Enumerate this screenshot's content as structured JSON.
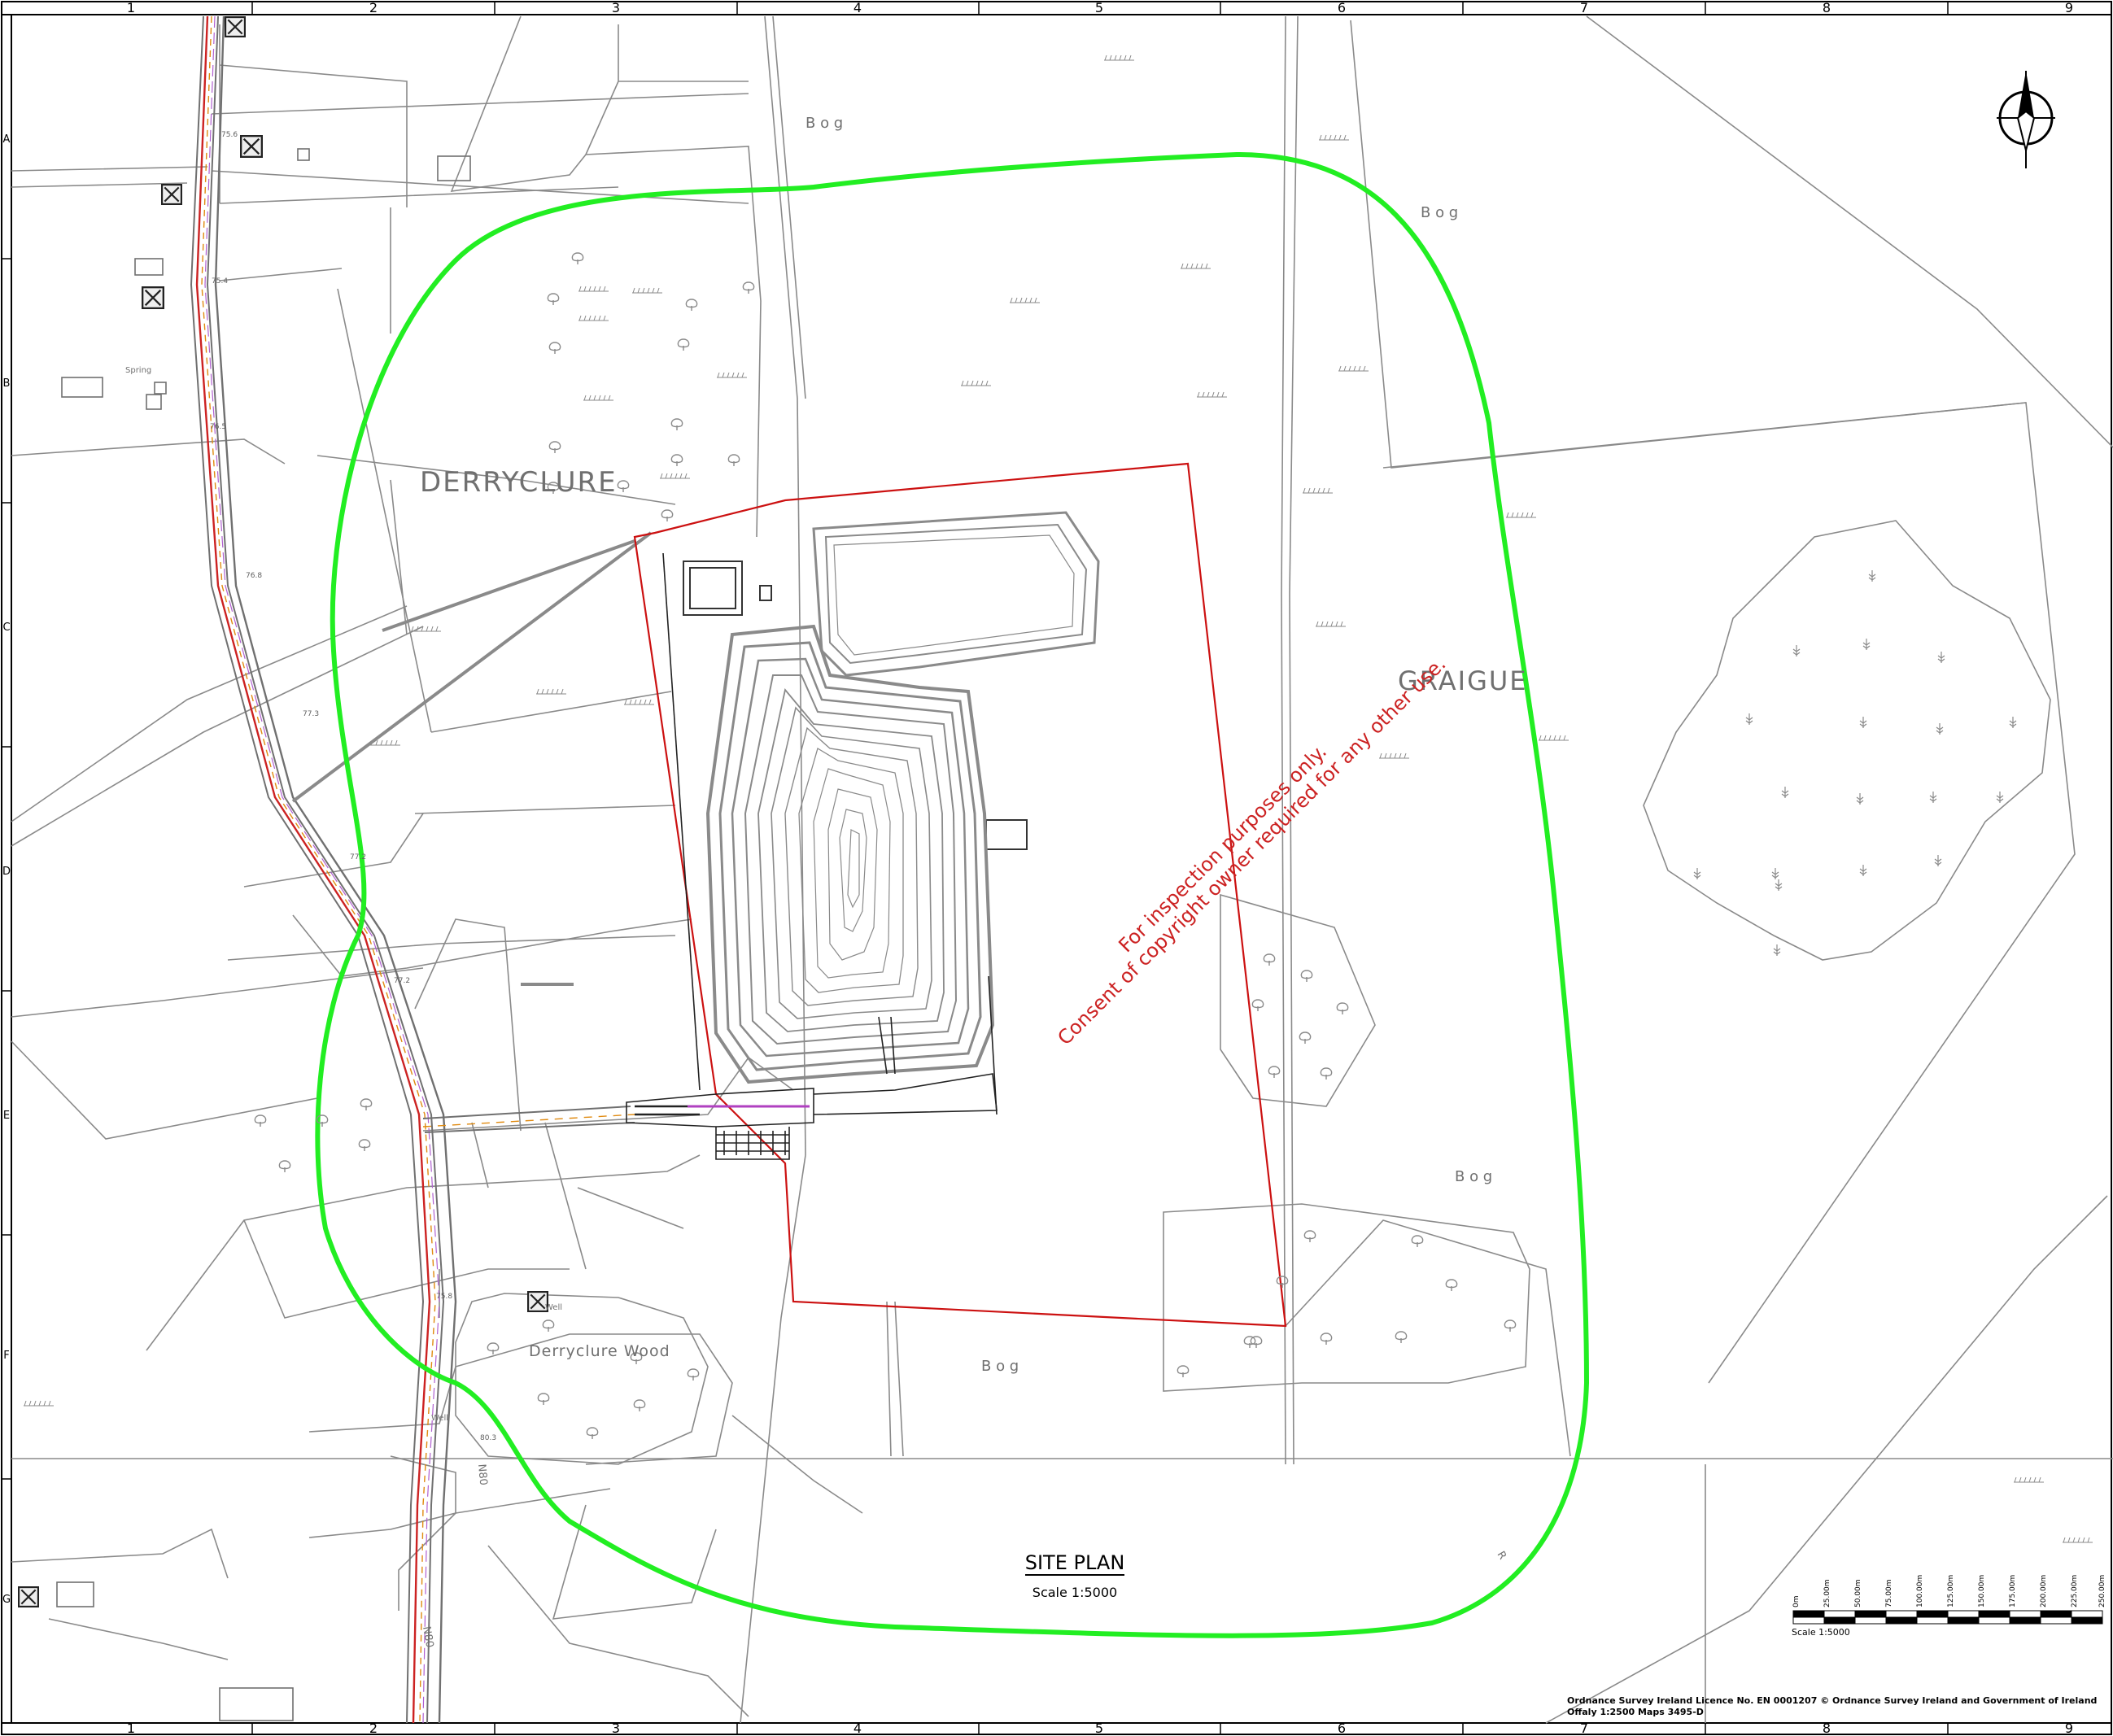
{
  "title": {
    "main": "SITE PLAN",
    "scale": "Scale 1:5000"
  },
  "grid": {
    "columns": [
      "1",
      "2",
      "3",
      "4",
      "5",
      "6",
      "7",
      "8",
      "9"
    ],
    "rows": [
      "A",
      "B",
      "C",
      "D",
      "E",
      "F",
      "G"
    ]
  },
  "place_labels": {
    "derryclure": "DERRYCLURE",
    "graigue": "GRAIGUE",
    "derryclure_wood": "Derryclure Wood",
    "bog": "B o g",
    "spring": "Spring",
    "well": "Well"
  },
  "road_labels": {
    "n80_upper": "N80",
    "n80_lower": "N80",
    "r": "R"
  },
  "spot_heights": [
    "75.6",
    "75.4",
    "76.5",
    "76.8",
    "77.3",
    "77.2",
    "77.2",
    "75.8",
    "80.3"
  ],
  "watermark": {
    "line1": "For inspection purposes only.",
    "line2": "Consent of copyright owner required for any other use."
  },
  "scale_bar": {
    "ticks": [
      "0m",
      "25.00m",
      "50.00m",
      "75.00m",
      "100.00m",
      "125.00m",
      "150.00m",
      "175.00m",
      "200.00m",
      "225.00m",
      "250.00m"
    ],
    "label": "Scale 1:5000"
  },
  "copyright": {
    "line1": "Ordnance Survey Ireland Licence No. EN 0001207 © Ordnance Survey Ireland and Government of Ireland",
    "line2": "Offaly 1:2500 Maps 3495-D"
  },
  "colors": {
    "buffer": "#22ee22",
    "site_boundary": "#cc1111",
    "linework": "#8a8a8a",
    "road_edge": "#707070",
    "service_orange": "#e08a10",
    "service_purple": "#b060d0",
    "watermark": "#cc2222"
  },
  "icons": {
    "north_arrow": "north-arrow-icon",
    "building_marker": "cross-box-icon",
    "tree": "tree-symbol-icon",
    "marsh": "marsh-symbol-icon"
  }
}
